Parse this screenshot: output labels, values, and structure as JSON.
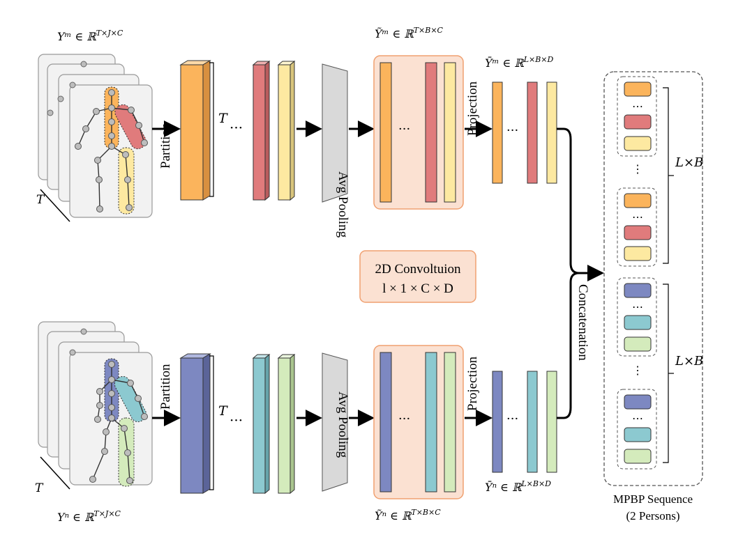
{
  "colors": {
    "orange": "#FBB45C",
    "red": "#E07B7C",
    "yellow": "#FDE9A1",
    "blue": "#7D88C1",
    "teal": "#8CC9D0",
    "green": "#D4EBBC",
    "panel": "#FBE1D2",
    "panel_border": "#F0A070",
    "pool": "#D9D9D9",
    "card": "#F2F2F2",
    "joint": "#BDBDBD"
  },
  "labels": {
    "ym_top": "Yᵐ ∈ ℝ",
    "ym_top_sup": "T×J×C",
    "yn_bottom": "Yⁿ ∈ ℝ",
    "yn_bottom_sup": "T×J×C",
    "ytilde_m": "Ỹᵐ ∈ ℝ",
    "ytilde_m_sup": "T×B×C",
    "ytilde_n": "Ỹⁿ ∈ ℝ",
    "ytilde_n_sup": "T×B×C",
    "ybar_m": "Ȳᵐ ∈ ℝ",
    "ybar_m_sup": "L×B×D",
    "ybar_n": "Ȳⁿ ∈ ℝ",
    "ybar_n_sup": "L×B×D",
    "partition": "Partition",
    "avg_pooling": "Avg Pooling",
    "projection": "Projection",
    "concatenation": "Concatenation",
    "t": "T",
    "dots": "···",
    "lxb": "L×B",
    "conv_line1": "2D Convoltuion",
    "conv_line2": "l × 1 × C × D",
    "mpbp_line1": "MPBP Sequence",
    "mpbp_line2": "(2 Persons)",
    "vdots": "⋯",
    "vell": "⋮"
  }
}
